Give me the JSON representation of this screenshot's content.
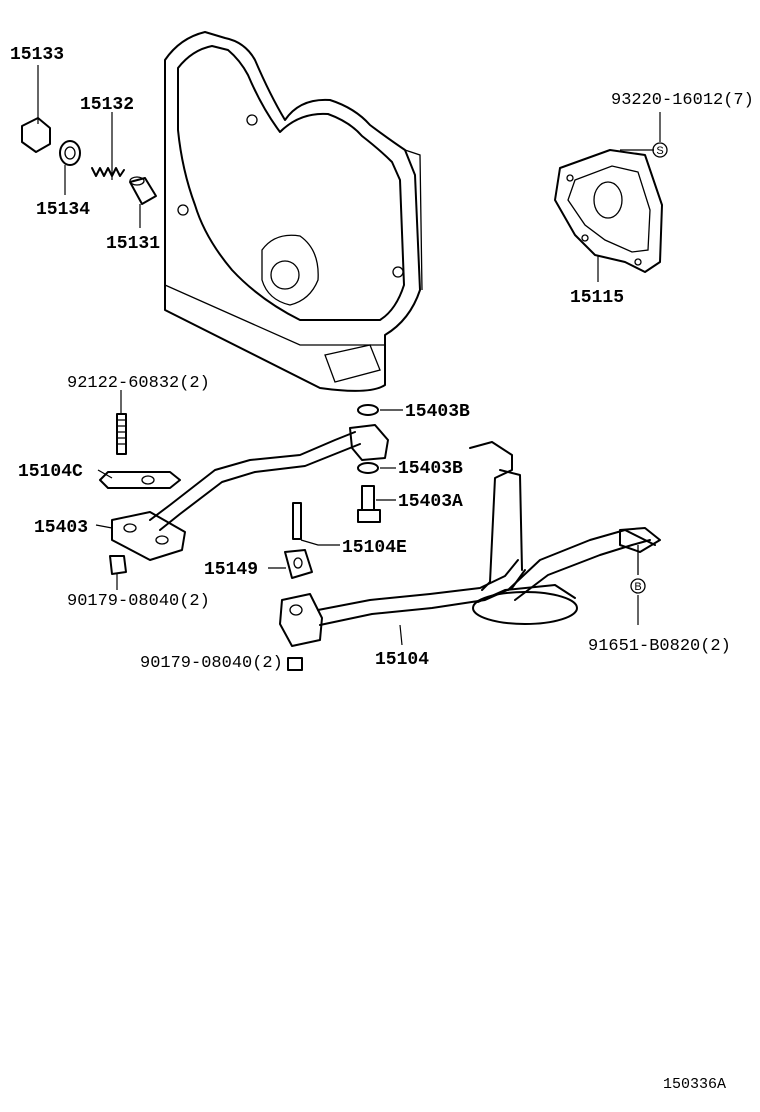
{
  "parts": {
    "p15133": "15133",
    "p15132": "15132",
    "p15134": "15134",
    "p15131": "15131",
    "p93220": "93220-16012(7)",
    "p15115": "15115",
    "p92122": "92122-60832(2)",
    "p15104C": "15104C",
    "p15403": "15403",
    "p90179a": "90179-08040(2)",
    "p15403B_top": "15403B",
    "p15403B_mid": "15403B",
    "p15403A": "15403A",
    "p15104E": "15104E",
    "p15149": "15149",
    "p15104": "15104",
    "p90179b": "90179-08040(2)",
    "p91651": "91651-B0820(2)"
  },
  "symbols": {
    "s_marker": "S",
    "b_marker": "B"
  },
  "diagram_code": "150336A"
}
